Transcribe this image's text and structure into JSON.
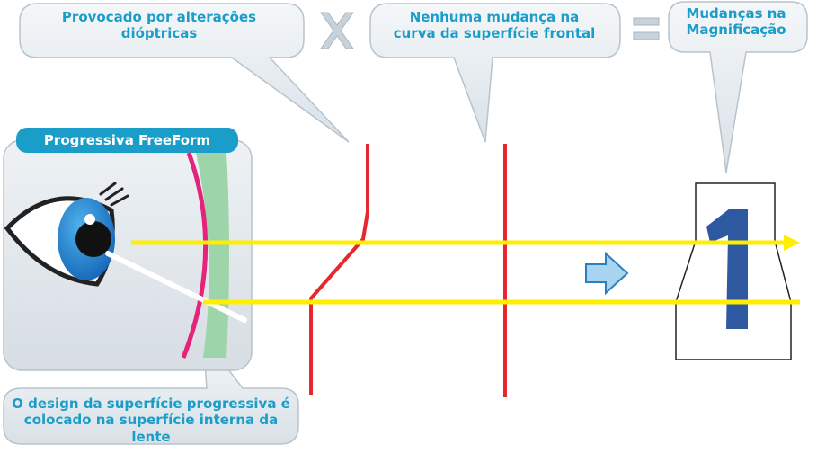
{
  "callouts": {
    "top_left": "Provocado por alterações\ndióptricas",
    "top_middle": "Nenhuma mudança na\ncurva da superfície frontal",
    "top_right": "Mudanças na\nMagnificação",
    "bottom": "O design da superfície progressiva é\ncolocado na superfície interna da lente"
  },
  "lens_label": "Progressiva FreeForm",
  "figure_digit": "1",
  "operators": {
    "times": "x",
    "equals": "="
  },
  "icons": [
    "eye-icon",
    "right-arrow-icon"
  ],
  "colors": {
    "callout_text": "#1b9dc9",
    "callout_fill": "#e7edf2",
    "lens_label_bg": "#1b9dc9",
    "red_line": "#e8262e",
    "yellow_ray": "#ffee00",
    "magenta_lens": "#e4237a",
    "green_lens": "#9ed4a9",
    "digit": "#2e58a0"
  }
}
